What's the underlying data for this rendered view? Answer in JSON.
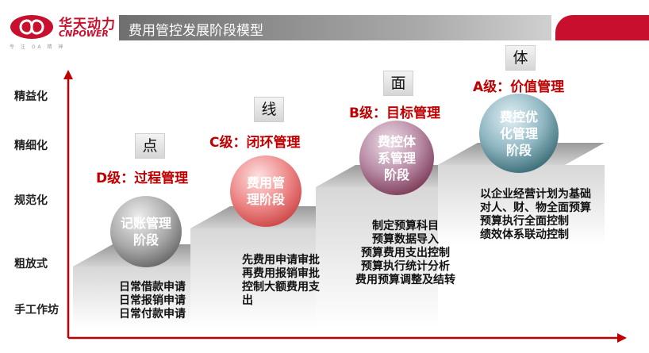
{
  "header": {
    "brand_cn": "华天动力",
    "brand_en": "CNPOWER",
    "brand_sub": "专 注 OA 精 神",
    "title": "费用管控发展阶段模型"
  },
  "y_axis_levels": [
    "精益化",
    "精细化",
    "规范化",
    "粗放式",
    "手工作坊"
  ],
  "stages": [
    {
      "dimension": "点",
      "grade": "D级：过程管理",
      "circle_label": "记账管理\n阶段",
      "items": [
        "日常借款申请",
        "日常报销申请",
        "日常付款申请"
      ]
    },
    {
      "dimension": "线",
      "grade": "C级：闭环管理",
      "circle_label": "费用管\n理阶段",
      "items": [
        "先费用申请审批",
        "再费用报销审批",
        "控制大额费用支",
        "出"
      ]
    },
    {
      "dimension": "面",
      "grade": "B级：目标管理",
      "circle_label": "费控体\n系管理\n阶段",
      "items": [
        "制定预算科目",
        "预算数据导入",
        "预算费用支出控制",
        "预算执行统计分析",
        "费用预算调整及结转"
      ]
    },
    {
      "dimension": "体",
      "grade": "A级：价值管理",
      "circle_label": "费控优\n化管理\n阶段",
      "items": [
        "以企业经营计划为基础",
        "对人、财、物全面预算",
        "预算执行全面控制",
        "绩效体系联动控制"
      ]
    }
  ],
  "colors": {
    "brand_red": "#c8102e",
    "grade_red": "#c00000",
    "axis_red": "#c00000",
    "stage_d": "#8a8a8a",
    "stage_c": "#e06a6a",
    "stage_b": "#9a5a78",
    "stage_a": "#5a8a94"
  }
}
